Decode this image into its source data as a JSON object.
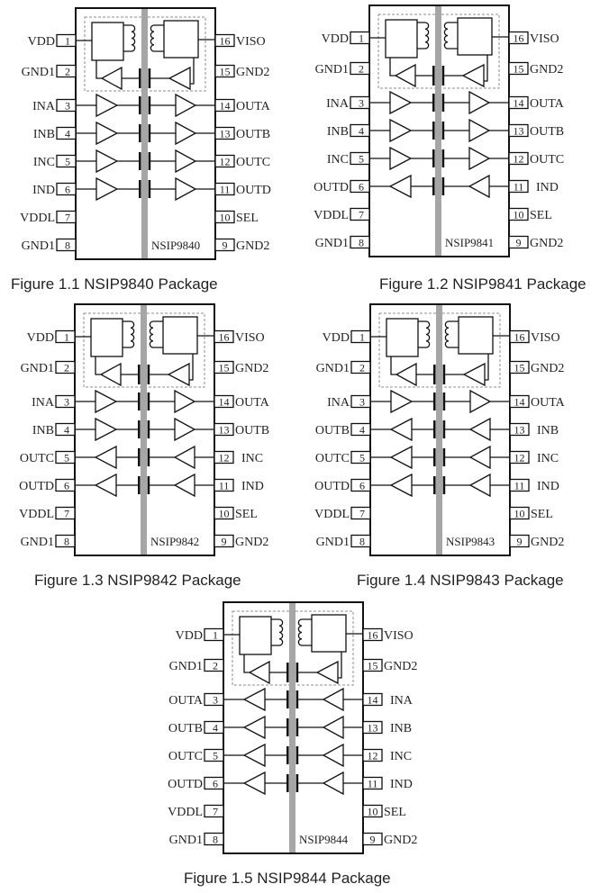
{
  "colors": {
    "line": "#111111",
    "text": "#222222",
    "isolation_barrier": "#a6a6a6",
    "dashed_box": "#8c8c8c",
    "chip_fill": "#ffffff"
  },
  "figures": [
    {
      "caption": "Figure 1.1 NSIP9840 Package",
      "part_number": "NSIP9840",
      "left_pins": [
        {
          "num": "1",
          "label": "VDD"
        },
        {
          "num": "2",
          "label": "GND1"
        },
        {
          "num": "3",
          "label": "INA"
        },
        {
          "num": "4",
          "label": "INB"
        },
        {
          "num": "5",
          "label": "INC"
        },
        {
          "num": "6",
          "label": "IND"
        },
        {
          "num": "7",
          "label": "VDDL"
        },
        {
          "num": "8",
          "label": "GND1"
        }
      ],
      "right_pins": [
        {
          "num": "16",
          "label": "VISO"
        },
        {
          "num": "15",
          "label": "GND2"
        },
        {
          "num": "14",
          "label": "OUTA"
        },
        {
          "num": "13",
          "label": "OUTB"
        },
        {
          "num": "12",
          "label": "OUTC"
        },
        {
          "num": "11",
          "label": "OUTD"
        },
        {
          "num": "10",
          "label": "SEL"
        },
        {
          "num": "9",
          "label": "GND2"
        }
      ],
      "channels": [
        {
          "name": "A",
          "direction": "forward"
        },
        {
          "name": "B",
          "direction": "forward"
        },
        {
          "name": "C",
          "direction": "forward"
        },
        {
          "name": "D",
          "direction": "forward"
        }
      ]
    },
    {
      "caption": "Figure 1.2 NSIP9841 Package",
      "part_number": "NSIP9841",
      "left_pins": [
        {
          "num": "1",
          "label": "VDD"
        },
        {
          "num": "2",
          "label": "GND1"
        },
        {
          "num": "3",
          "label": "INA"
        },
        {
          "num": "4",
          "label": "INB"
        },
        {
          "num": "5",
          "label": "INC"
        },
        {
          "num": "6",
          "label": "OUTD"
        },
        {
          "num": "7",
          "label": "VDDL"
        },
        {
          "num": "8",
          "label": "GND1"
        }
      ],
      "right_pins": [
        {
          "num": "16",
          "label": "VISO"
        },
        {
          "num": "15",
          "label": "GND2"
        },
        {
          "num": "14",
          "label": "OUTA"
        },
        {
          "num": "13",
          "label": "OUTB"
        },
        {
          "num": "12",
          "label": "OUTC"
        },
        {
          "num": "11",
          "label": "IND"
        },
        {
          "num": "10",
          "label": "SEL"
        },
        {
          "num": "9",
          "label": "GND2"
        }
      ],
      "channels": [
        {
          "name": "A",
          "direction": "forward"
        },
        {
          "name": "B",
          "direction": "forward"
        },
        {
          "name": "C",
          "direction": "forward"
        },
        {
          "name": "D",
          "direction": "reverse"
        }
      ]
    },
    {
      "caption": "Figure 1.3 NSIP9842 Package",
      "part_number": "NSIP9842",
      "left_pins": [
        {
          "num": "1",
          "label": "VDD"
        },
        {
          "num": "2",
          "label": "GND1"
        },
        {
          "num": "3",
          "label": "INA"
        },
        {
          "num": "4",
          "label": "INB"
        },
        {
          "num": "5",
          "label": "OUTC"
        },
        {
          "num": "6",
          "label": "OUTD"
        },
        {
          "num": "7",
          "label": "VDDL"
        },
        {
          "num": "8",
          "label": "GND1"
        }
      ],
      "right_pins": [
        {
          "num": "16",
          "label": "VISO"
        },
        {
          "num": "15",
          "label": "GND2"
        },
        {
          "num": "14",
          "label": "OUTA"
        },
        {
          "num": "13",
          "label": "OUTB"
        },
        {
          "num": "12",
          "label": "INC"
        },
        {
          "num": "11",
          "label": "IND"
        },
        {
          "num": "10",
          "label": "SEL"
        },
        {
          "num": "9",
          "label": "GND2"
        }
      ],
      "channels": [
        {
          "name": "A",
          "direction": "forward"
        },
        {
          "name": "B",
          "direction": "forward"
        },
        {
          "name": "C",
          "direction": "reverse"
        },
        {
          "name": "D",
          "direction": "reverse"
        }
      ]
    },
    {
      "caption": "Figure 1.4 NSIP9843 Package",
      "part_number": "NSIP9843",
      "left_pins": [
        {
          "num": "1",
          "label": "VDD"
        },
        {
          "num": "2",
          "label": "GND1"
        },
        {
          "num": "3",
          "label": "INA"
        },
        {
          "num": "4",
          "label": "OUTB"
        },
        {
          "num": "5",
          "label": "OUTC"
        },
        {
          "num": "6",
          "label": "OUTD"
        },
        {
          "num": "7",
          "label": "VDDL"
        },
        {
          "num": "8",
          "label": "GND1"
        }
      ],
      "right_pins": [
        {
          "num": "16",
          "label": "VISO"
        },
        {
          "num": "15",
          "label": "GND2"
        },
        {
          "num": "14",
          "label": "OUTA"
        },
        {
          "num": "13",
          "label": "INB"
        },
        {
          "num": "12",
          "label": "INC"
        },
        {
          "num": "11",
          "label": "IND"
        },
        {
          "num": "10",
          "label": "SEL"
        },
        {
          "num": "9",
          "label": "GND2"
        }
      ],
      "channels": [
        {
          "name": "A",
          "direction": "forward"
        },
        {
          "name": "B",
          "direction": "reverse"
        },
        {
          "name": "C",
          "direction": "reverse"
        },
        {
          "name": "D",
          "direction": "reverse"
        }
      ]
    },
    {
      "caption": "Figure 1.5 NSIP9844 Package",
      "part_number": "NSIP9844",
      "left_pins": [
        {
          "num": "1",
          "label": "VDD"
        },
        {
          "num": "2",
          "label": "GND1"
        },
        {
          "num": "3",
          "label": "OUTA"
        },
        {
          "num": "4",
          "label": "OUTB"
        },
        {
          "num": "5",
          "label": "OUTC"
        },
        {
          "num": "6",
          "label": "OUTD"
        },
        {
          "num": "7",
          "label": "VDDL"
        },
        {
          "num": "8",
          "label": "GND1"
        }
      ],
      "right_pins": [
        {
          "num": "16",
          "label": "VISO"
        },
        {
          "num": "15",
          "label": "GND2"
        },
        {
          "num": "14",
          "label": "INA"
        },
        {
          "num": "13",
          "label": "INB"
        },
        {
          "num": "12",
          "label": "INC"
        },
        {
          "num": "11",
          "label": "IND"
        },
        {
          "num": "10",
          "label": "SEL"
        },
        {
          "num": "9",
          "label": "GND2"
        }
      ],
      "channels": [
        {
          "name": "A",
          "direction": "reverse"
        },
        {
          "name": "B",
          "direction": "reverse"
        },
        {
          "name": "C",
          "direction": "reverse"
        },
        {
          "name": "D",
          "direction": "reverse"
        }
      ]
    }
  ]
}
